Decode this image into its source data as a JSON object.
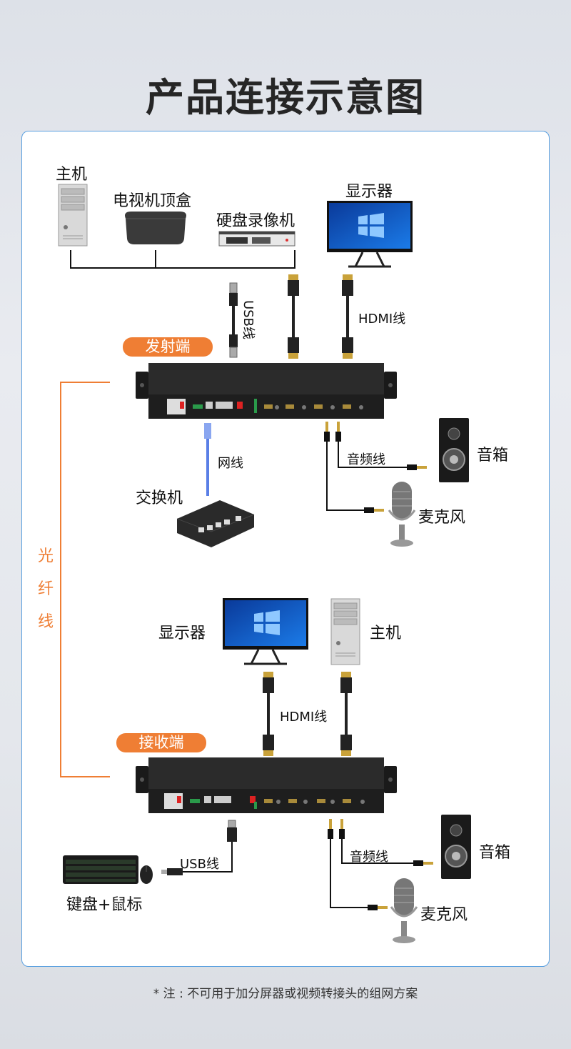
{
  "title": "产品连接示意图",
  "transmitter": {
    "badge": "发射端",
    "devices": {
      "host": "主机",
      "tv_box": "电视机顶盒",
      "dvr": "硬盘录像机",
      "monitor": "显示器"
    },
    "cables": {
      "usb": "USB线",
      "hdmi": "HDMI线",
      "network": "网线",
      "audio": "音频线"
    },
    "peripherals": {
      "switch": "交换机",
      "speaker": "音箱",
      "microphone": "麦克风"
    }
  },
  "fiber_label": [
    "光",
    "纤",
    "线"
  ],
  "receiver": {
    "badge": "接收端",
    "devices": {
      "monitor": "显示器",
      "host": "主机"
    },
    "cables": {
      "hdmi": "HDMI线",
      "usb": "USB线",
      "audio": "音频线"
    },
    "peripherals": {
      "keyboard_mouse": "键盘+鼠标",
      "speaker": "音箱",
      "microphone": "麦克风"
    }
  },
  "footnote": "* 注 : 不可用于加分屏器或视频转接头的组网方案",
  "colors": {
    "accent": "#ef7e34",
    "card_border": "#5aa0e0",
    "cable_blue": "#5a7fe6"
  }
}
